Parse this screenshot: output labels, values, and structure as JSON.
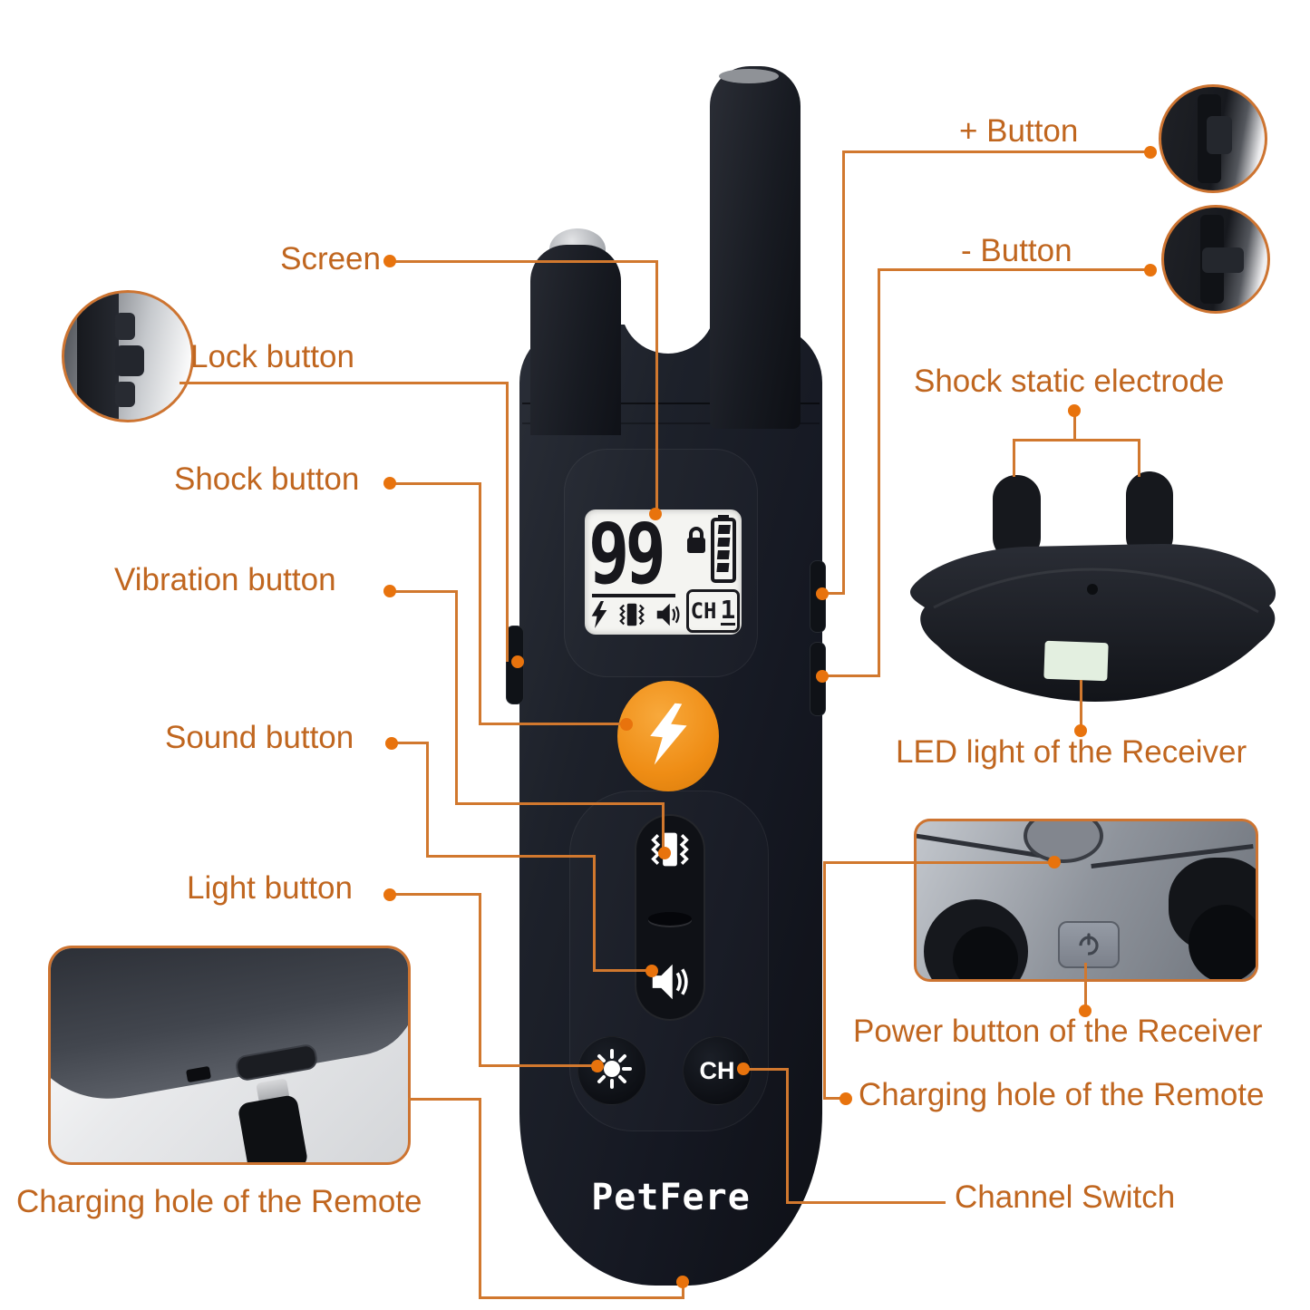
{
  "colors": {
    "label_text": "#c0661f",
    "line": "#d1782e",
    "dot": "#e8730d",
    "inset_border": "#cd7431",
    "shock_button": "#ef8d15",
    "device_body": "#151822",
    "receiver_led": "#e3efe0"
  },
  "callouts": {
    "screen": "Screen",
    "lock": "Lock button",
    "shock": "Shock button",
    "vibration": "Vibration button",
    "sound": "Sound button",
    "light": "Light button",
    "plus": "+ Button",
    "minus": "- Button",
    "electrode": "Shock static electrode",
    "led": "LED light of the Receiver",
    "power": "Power button of the Receiver",
    "charging_right": "Charging hole of the Remote",
    "channel": "Channel Switch",
    "charging_bottom": "Charging hole of the Remote"
  },
  "remote": {
    "brand": "PetFere",
    "screen": {
      "level": "99",
      "channel_label": "CH",
      "channel_value": "1",
      "battery_bars": 4,
      "status_icons": [
        "lock-icon",
        "battery-icon",
        "shock-icon",
        "vibration-icon",
        "sound-icon"
      ]
    },
    "buttons": {
      "channel": "CH",
      "icons": [
        "shock-lightning-icon",
        "vibration-icon",
        "sound-speaker-icon",
        "light-sun-icon"
      ]
    }
  },
  "receiver": {
    "parts": [
      "shock-static-electrodes",
      "led-window",
      "power-button",
      "charging-hole"
    ]
  }
}
